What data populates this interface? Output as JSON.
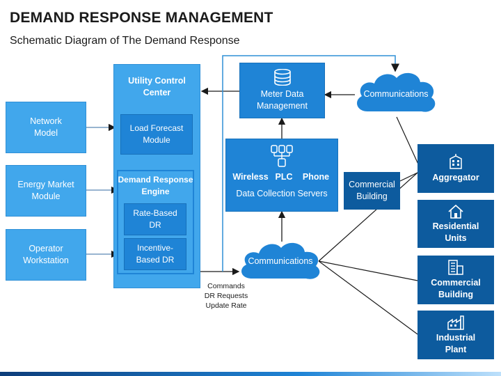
{
  "title": "DEMAND RESPONSE MANAGEMENT",
  "subtitle": "Schematic Diagram of The Demand Response",
  "left": {
    "network_model": "Network Model",
    "energy_market": "Energy Market Module",
    "operator": "Operator Workstation"
  },
  "ucc": {
    "title": "Utility Control Center",
    "load_forecast": "Load Forecast Module",
    "dre_title": "Demand Response Engine",
    "rate_dr": "Rate-Based DR",
    "incentive_dr": "Incentive-Based DR"
  },
  "center": {
    "meter": "Meter Data Management",
    "wireless": "Wireless",
    "plc": "PLC",
    "phone": "Phone",
    "servers": "Data Collection Servers",
    "comm_top": "Communications",
    "comm_bottom": "Communications"
  },
  "commands": {
    "line1": "Commands",
    "line2": "DR Requests",
    "line3": "Update Rate"
  },
  "right": {
    "commercial_mid": "Commercial Building",
    "aggregator": "Aggregator",
    "residential": "Residential Units",
    "commercial": "Commercial Building",
    "industrial": "Industrial Plant"
  },
  "icons": {
    "database": "database-icon",
    "servers": "server-cluster-icon",
    "building": "building-icon",
    "house": "house-icon",
    "office": "office-building-icon",
    "factory": "factory-icon"
  },
  "colors": {
    "light_blue": "#41a7ec",
    "mid_blue": "#1f84d6",
    "dark_blue": "#0d5b9e"
  }
}
